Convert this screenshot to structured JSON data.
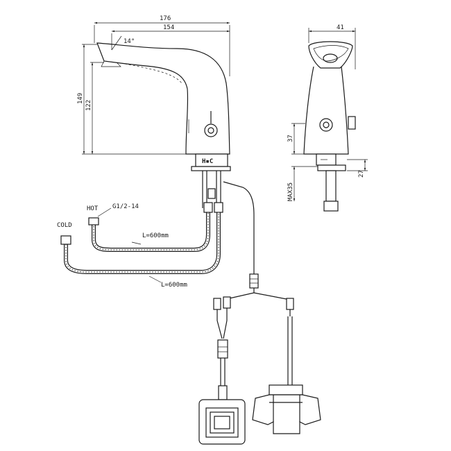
{
  "dimensions": {
    "side_overall_length": "176",
    "side_spout_length": "154",
    "side_angle": "14°",
    "side_height_overall": "149",
    "side_height_spout": "122",
    "front_width": "41",
    "front_base_height": "37",
    "front_mount_thread": "27",
    "front_max_thickness": "MAX35"
  },
  "labels": {
    "hot": "HOT",
    "cold": "COLD",
    "thread": "G1/2-14",
    "hose_hot_length": "L=600mm",
    "hose_cold_length": "L=600mm",
    "hc_mark": "H▪C"
  }
}
